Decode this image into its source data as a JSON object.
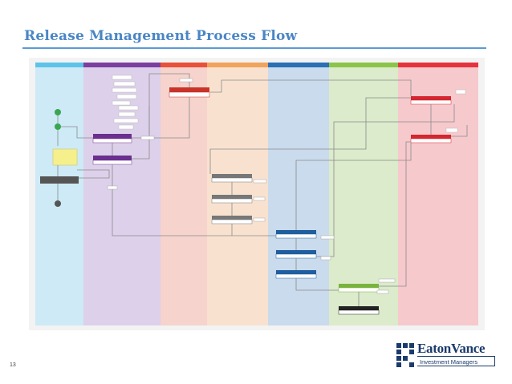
{
  "slide": {
    "title": "Release Management Process Flow",
    "page_number": "13"
  },
  "logo": {
    "name": "EatonVance",
    "tagline": "Investment Managers"
  },
  "diagram": {
    "lanes": [
      {
        "color": "#5ec3e8",
        "fill": "#cdeaf6"
      },
      {
        "color": "#7b3fa0",
        "fill": "#ddd0ea"
      },
      {
        "color": "#e8503a",
        "fill": "#f6d3cd"
      },
      {
        "color": "#f0a35c",
        "fill": "#f8e2cf"
      },
      {
        "color": "#2b6fb5",
        "fill": "#c9dbec"
      },
      {
        "color": "#8cc44a",
        "fill": "#dbebcb"
      },
      {
        "color": "#e5333d",
        "fill": "#f6c9cc"
      }
    ]
  }
}
